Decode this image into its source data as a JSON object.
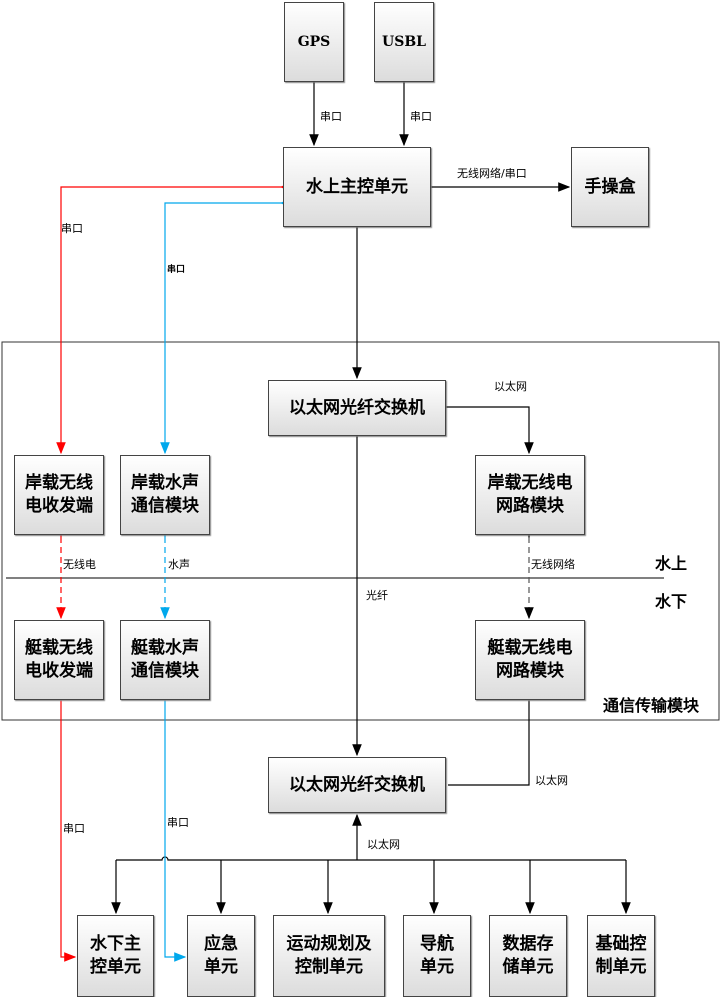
{
  "boxes": {
    "gps": [
      "GPS"
    ],
    "usbl": [
      "USBL"
    ],
    "surface_main": [
      "水上主控单元"
    ],
    "handbox": [
      "手操盒"
    ],
    "switch_top": [
      "以太网光纤交换机"
    ],
    "shore_radio": [
      "岸载无线",
      "电收发端"
    ],
    "shore_acoustic": [
      "岸载水声",
      "通信模块"
    ],
    "shore_net": [
      "岸载无线电",
      "网路模块"
    ],
    "ship_radio": [
      "艇载无线",
      "电收发端"
    ],
    "ship_acoustic": [
      "艇载水声",
      "通信模块"
    ],
    "ship_net": [
      "艇载无线电",
      "网路模块"
    ],
    "switch_bottom": [
      "以太网光纤交换机"
    ],
    "under_main": [
      "水下主",
      "控单元"
    ],
    "emergency": [
      "应急",
      "单元"
    ],
    "motion": [
      "运动规划及",
      "控制单元"
    ],
    "nav": [
      "导航",
      "单元"
    ],
    "storage": [
      "数据存",
      "储单元"
    ],
    "basic": [
      "基础控",
      "制单元"
    ]
  },
  "labels": {
    "gps_link": "串口",
    "usbl_link": "串口",
    "hand_link": "无线网络/串口",
    "red_top": "串口",
    "blue_top": "串口",
    "eth_top": "以太网",
    "radio": "无线电",
    "acoustic": "水声",
    "wireless_net": "无线网络",
    "fiber": "光纤",
    "red_bottom": "串口",
    "blue_bottom": "串口",
    "eth_right": "以太网",
    "eth_bottom": "以太网",
    "above_water": "水上",
    "below_water": "水下",
    "module_title": "通信传输模块"
  },
  "colors": {
    "serial_red": "#ff0000",
    "serial_blue": "#00a8ec",
    "line": "#000000"
  }
}
